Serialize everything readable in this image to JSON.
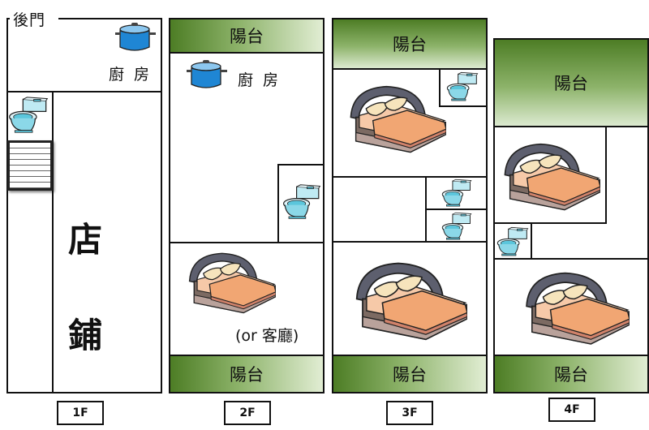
{
  "floors": [
    {
      "id": "1F",
      "label": "1F"
    },
    {
      "id": "2F",
      "label": "2F"
    },
    {
      "id": "3F",
      "label": "3F"
    },
    {
      "id": "4F",
      "label": "4F"
    }
  ],
  "labels": {
    "back_door": "後門",
    "kitchen": "廚 房",
    "shop_char1": "店",
    "shop_char2": "鋪",
    "living_note": "(or 客廳)",
    "balcony": "陽台"
  },
  "colors": {
    "balcony_dark": "#4d7d25",
    "balcony_light": "#e1edd3",
    "bed_blanket": "#f1a673",
    "bed_frame": "#5d5f6e",
    "toilet": "#5bc6dc",
    "pot": "#1f86d4"
  },
  "icons": [
    "pot-icon",
    "toilet-icon",
    "bed-icon",
    "stairs-icon"
  ]
}
